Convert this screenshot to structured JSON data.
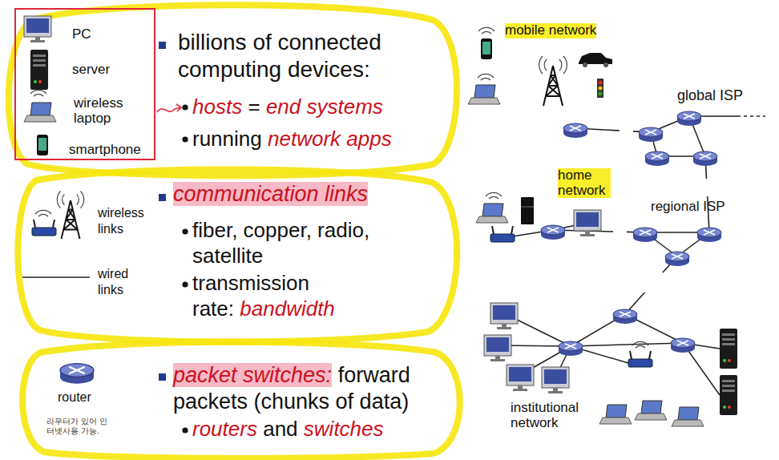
{
  "diagram": {
    "nodes": [
      {
        "text": [
          "PC",
          "server",
          "wireless laptop",
          "smartphone"
        ]
      },
      {
        "text": [
          "mobile network"
        ]
      },
      {
        "text": [
          "global ISP"
        ]
      },
      {
        "text": [
          "home network"
        ]
      },
      {
        "text": [
          "regional ISP"
        ]
      },
      {
        "text": [
          "institutional network"
        ]
      }
    ],
    "edges": [
      {
        "from": 1,
        "to": 2,
        "arrow": "none"
      },
      {
        "from": 3,
        "to": 4,
        "arrow": "none"
      },
      {
        "from": 4,
        "to": 2,
        "arrow": "none"
      },
      {
        "from": 5,
        "to": 4,
        "arrow": "none"
      }
    ],
    "labels": [
      "billions of connected computing devices:",
      "hosts",
      "=",
      "end systems",
      "running",
      "network apps",
      "wireless links",
      "wired links",
      "communication links",
      "fiber, copper, radio, satellite",
      "transmission rate:",
      "bandwidth",
      "router",
      "라우터가 있어 인터넷사용 가능.",
      "packet switches:",
      "forward packets (chunks of data)",
      "routers",
      "and",
      "switches"
    ]
  }
}
